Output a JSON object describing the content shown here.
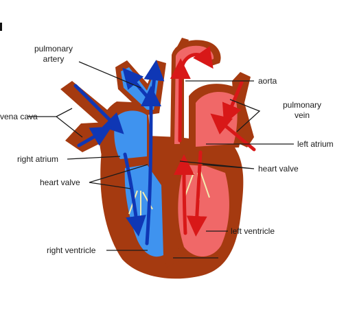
{
  "diagram": {
    "colors": {
      "tissue": "#a53a10",
      "deoxygenated": "#3f93ef",
      "oxygenated": "#f06868",
      "arrow_blue": "#0f37b5",
      "arrow_red": "#d81818",
      "valve_strings": "#f3ecb0",
      "leader": "#1a1a1a"
    },
    "labels": {
      "pulmonary_artery_1": "pulmonary",
      "pulmonary_artery_2": "artery",
      "aorta": "aorta",
      "pulmonary_vein_1": "pulmonary",
      "pulmonary_vein_2": "vein",
      "vena_cava": "vena cava",
      "left_atrium": "left atrium",
      "right_atrium": "right atrium",
      "heart_valve_left": "heart valve",
      "heart_valve_right": "heart valve",
      "left_ventricle": "left ventricle",
      "right_ventricle": "right ventricle"
    }
  }
}
